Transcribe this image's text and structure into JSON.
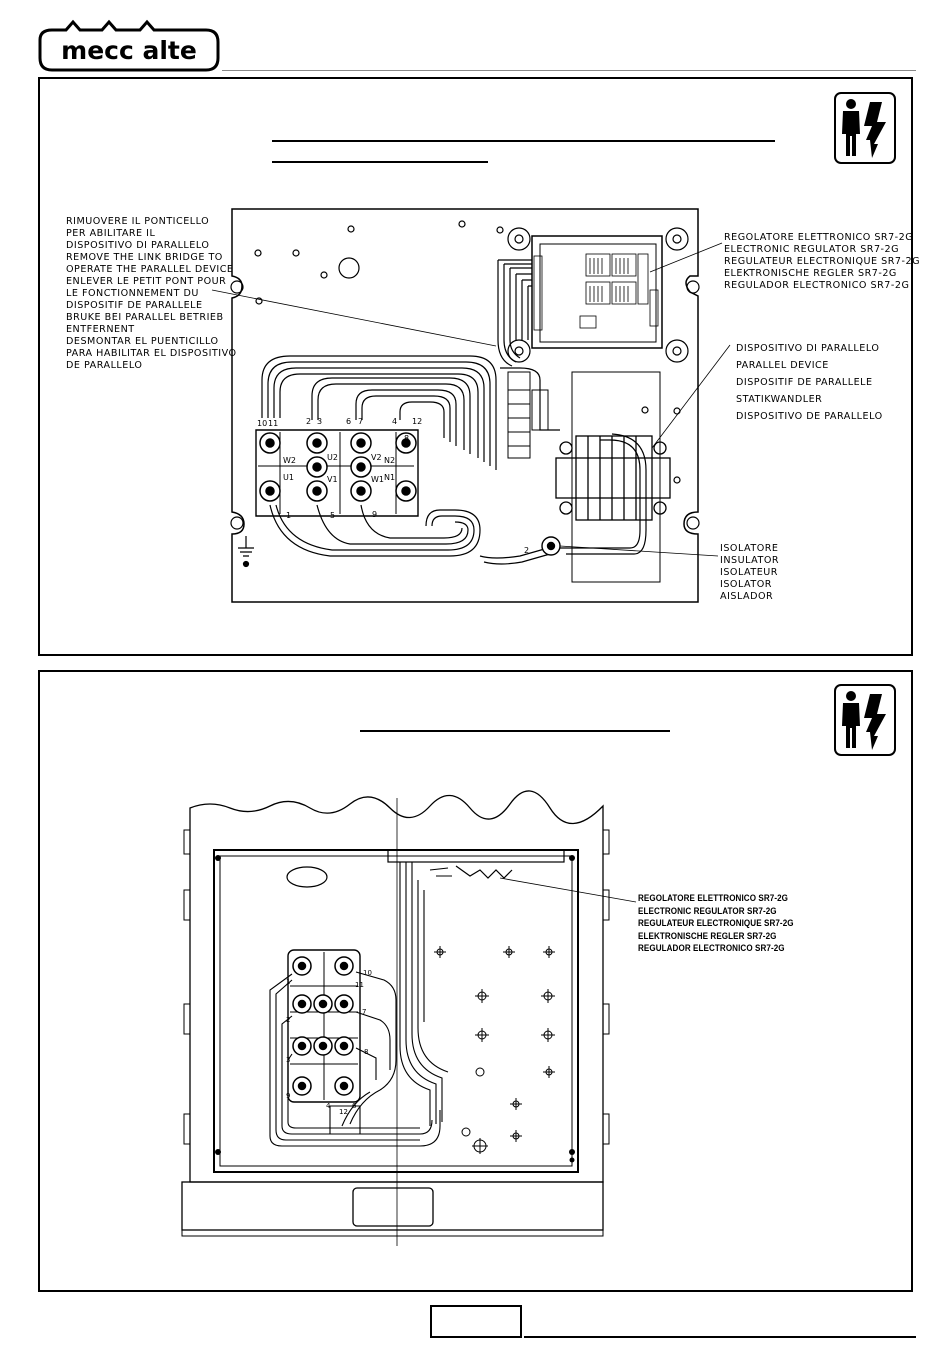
{
  "brand": {
    "name": "mecc alte"
  },
  "panel_top": {
    "label_remove_bridge": [
      "RIMUOVERE IL PONTICELLO",
      "PER ABILITARE IL",
      "DISPOSITIVO DI PARALLELO",
      "REMOVE THE LINK BRIDGE TO",
      "OPERATE THE PARALLEL DEVICE",
      "ENLEVER LE PETIT PONT POUR",
      "LE FONCTIONNEMENT DU",
      "DISPOSITIF DE PARALLELE",
      "BRUKE BEI PARALLEL BETRIEB",
      "ENTFERNENT",
      "DESMONTAR EL PUENTICILLO",
      "PARA HABILITAR EL DISPOSITIVO",
      "DE PARALLELO"
    ],
    "label_regulator": [
      "REGOLATORE ELETTRONICO SR7-2G",
      "ELECTRONIC REGULATOR SR7-2G",
      "REGULATEUR ELECTRONIQUE SR7-2G",
      "ELEKTRONISCHE REGLER SR7-2G",
      "REGULADOR ELECTRONICO SR7-2G"
    ],
    "label_parallel_device": [
      "DISPOSITIVO DI PARALLELO",
      "PARALLEL DEVICE",
      "DISPOSITIF DE PARALLELE",
      "STATIKWANDLER",
      "DISPOSITIVO DE PARALLELO"
    ],
    "label_insulator": [
      "ISOLATORE",
      "INSULATOR",
      "ISOLATEUR",
      "ISOLATOR",
      "AISLADOR"
    ],
    "terminal_labels": [
      "10",
      "11",
      "2",
      "3",
      "6",
      "7",
      "4",
      "12",
      "W2",
      "U2",
      "V2",
      "N2",
      "U1",
      "V1",
      "W1",
      "N1",
      "1",
      "5",
      "9",
      "8",
      "2"
    ]
  },
  "panel_bottom": {
    "label_regulator": [
      "REGOLATORE ELETTRONICO SR7-2G",
      "ELECTRONIC REGULATOR SR7-2G",
      "REGULATEUR ELECTRONIQUE SR7-2G",
      "ELEKTRONISCHE REGLER SR7-2G",
      "REGULADOR ELECTRONICO SR7-2G"
    ],
    "terminal_labels": [
      "10",
      "11",
      "1",
      "2",
      "3",
      "7",
      "8",
      "9",
      "4",
      "12",
      "6"
    ]
  }
}
